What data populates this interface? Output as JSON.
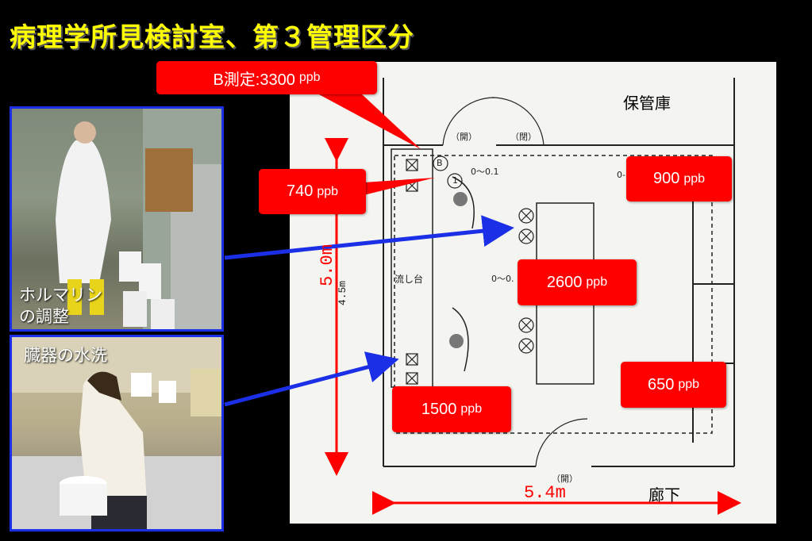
{
  "title": "病理学所見検討室、第３管理区分",
  "callouts": {
    "b_measure": {
      "label": "B測定:3300",
      "unit": "ppb"
    },
    "p740": {
      "value": "740",
      "unit": "ppb"
    },
    "p900": {
      "value": "900",
      "unit": "ppb"
    },
    "p2600": {
      "value": "2600",
      "unit": "ppb"
    },
    "p650": {
      "value": "650",
      "unit": "ppb"
    },
    "p1500": {
      "value": "1500",
      "unit": "ppb"
    }
  },
  "photos": {
    "formalin": {
      "caption_line1": "ホルマリン",
      "caption_line2": "の調整"
    },
    "wash": {
      "caption": "臓器の水洗"
    }
  },
  "plan": {
    "storage_label": "保管庫",
    "corridor_label": "廊下",
    "sink_label": "流し台",
    "height_dim": "5.0m",
    "inner_height_dim": "4.5m",
    "width_dim": "5.4m",
    "door_open_1": "（開）",
    "door_open_2": "（閉）",
    "door_open_3": "（開）",
    "range_1": "0～0.1",
    "range_2": "0～0.",
    "range_3": "0-",
    "marker_b": "B",
    "marker_1": "1"
  },
  "colors": {
    "callout": "#ff0000",
    "arrow_red": "#ff0000",
    "arrow_blue": "#1a2fe6",
    "title": "#ffff00"
  }
}
